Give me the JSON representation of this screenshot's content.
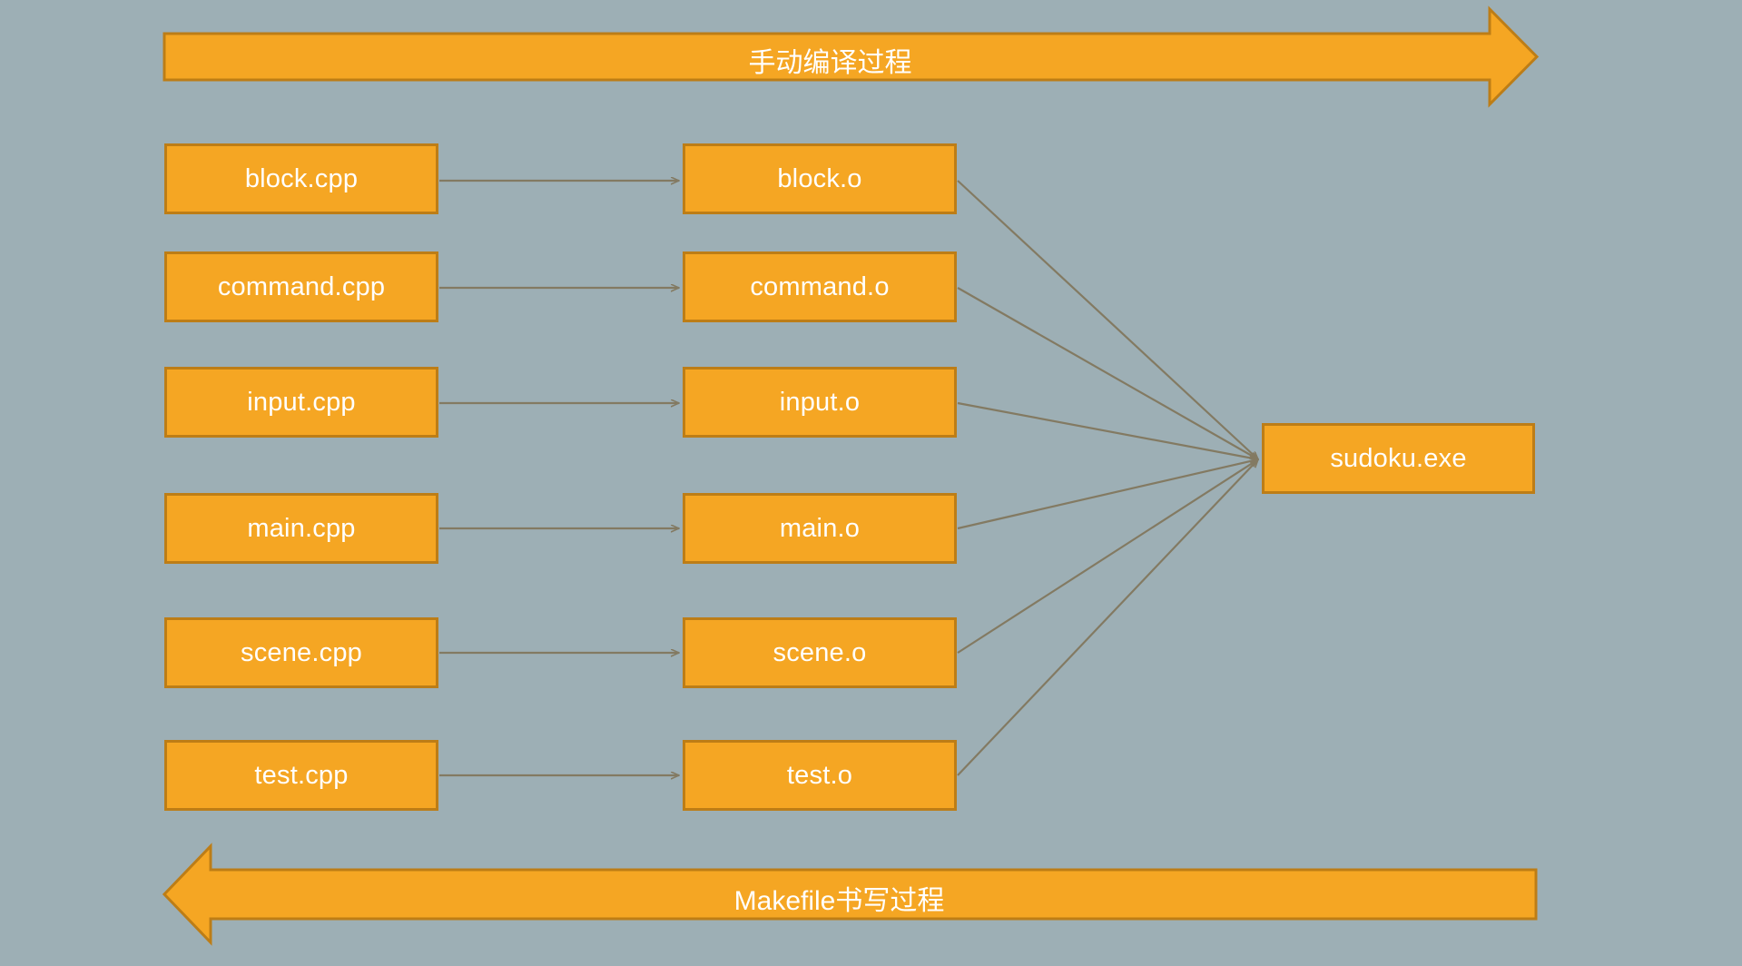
{
  "diagram": {
    "title_top": "手动编译过程",
    "title_bottom": "Makefile书写过程",
    "background_color": "#9dafb5",
    "box_fill": "#f5a623",
    "box_border": "#bd7d16",
    "connector_color": "#837a62",
    "text_color": "#ffffff"
  },
  "banners": {
    "top": {
      "label": "手动编译过程",
      "direction": "right"
    },
    "bottom": {
      "label": "Makefile书写过程",
      "direction": "left"
    }
  },
  "sources": [
    {
      "label": "block.cpp"
    },
    {
      "label": "command.cpp"
    },
    {
      "label": "input.cpp"
    },
    {
      "label": "main.cpp"
    },
    {
      "label": "scene.cpp"
    },
    {
      "label": "test.cpp"
    }
  ],
  "objects": [
    {
      "label": "block.o"
    },
    {
      "label": "command.o"
    },
    {
      "label": "input.o"
    },
    {
      "label": "main.o"
    },
    {
      "label": "scene.o"
    },
    {
      "label": "test.o"
    }
  ],
  "target": {
    "label": "sudoku.exe"
  }
}
